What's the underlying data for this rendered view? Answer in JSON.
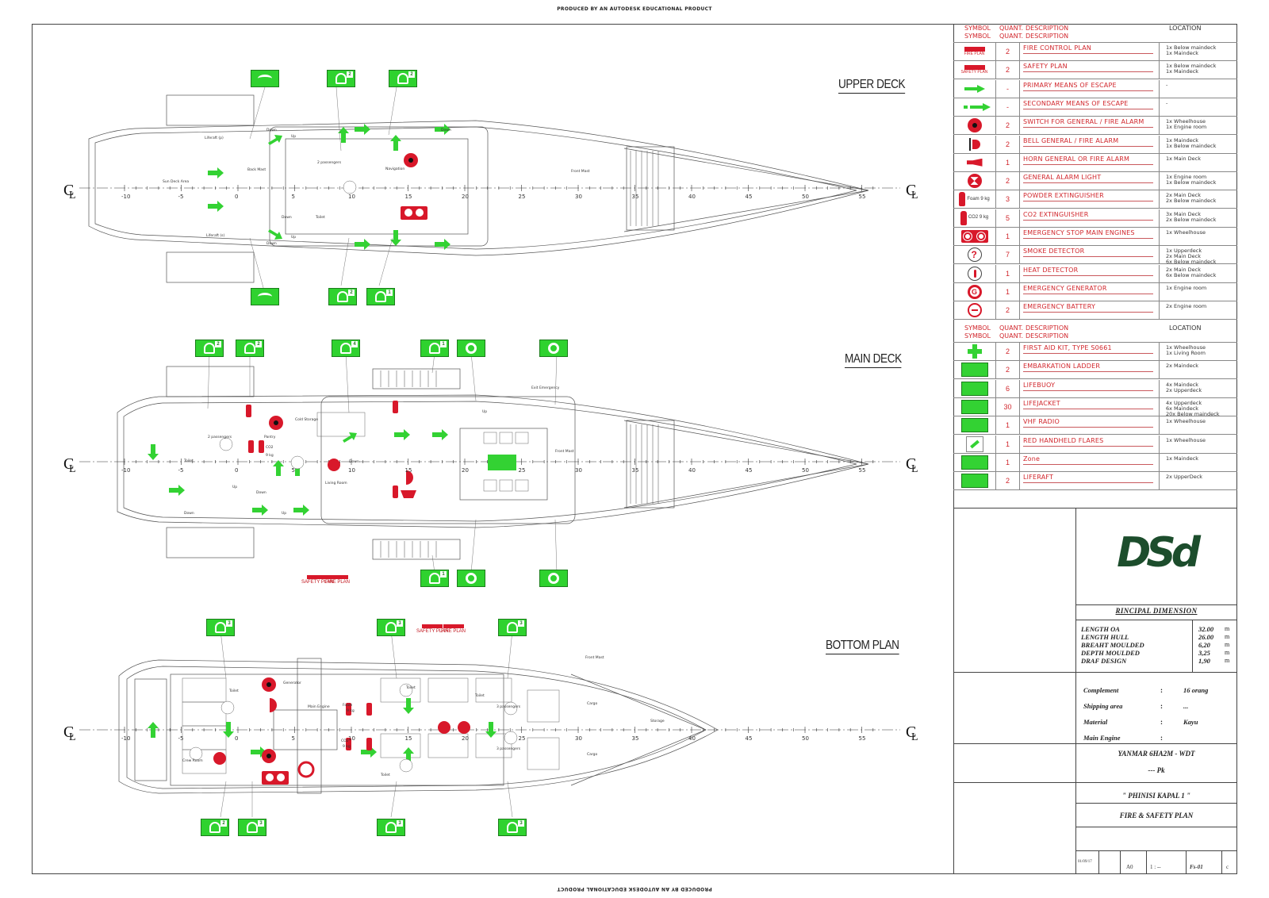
{
  "edu_banner": "PRODUCED BY AN AUTODESK EDUCATIONAL PRODUCT",
  "decks": {
    "upper": {
      "title": "UPPER DECK"
    },
    "main": {
      "title": "MAIN DECK"
    },
    "bottom": {
      "title": "BOTTOM PLAN"
    }
  },
  "centerline": "CL",
  "frame_ticks": [
    "-10",
    "-5",
    "0",
    "5",
    "10",
    "15",
    "20",
    "25",
    "30",
    "35",
    "40",
    "45",
    "50",
    "55"
  ],
  "room_labels": {
    "upper": [
      "Liferaft (p)",
      "Back Mast",
      "Down",
      "Up",
      "2 passengers",
      "Navigation",
      "Down",
      "Front Mast",
      "Sun Deck Area",
      "Toilet",
      "Down",
      "Liferaft (s)",
      "Down",
      "Up"
    ],
    "main": [
      "2 passengers",
      "Pantry",
      "Cold Storage",
      "CO2",
      "9 kg",
      "Toilet",
      "Up",
      "Down",
      "Living Room",
      "Down",
      "Exit Emergency",
      "Up",
      "Front Mast",
      "Down",
      "Up"
    ],
    "bottom": [
      "Generator",
      "Toilet",
      "Toilet",
      "Toilet",
      "Toilet",
      "Front Mast",
      "Main Engine",
      "Foam",
      "9 kg",
      "CO2",
      "9 kg",
      "3 passengers",
      "3 passengers",
      "Crew Room",
      "Cargo",
      "Storage",
      "Cargo"
    ]
  },
  "plan_callouts": {
    "safety": "SAFETY PLAN",
    "fire": "FIRE PLAN"
  },
  "legend": {
    "header": {
      "symbol": "SYMBOL",
      "quant": "QUANT.",
      "description": "DESCRIPTION",
      "location": "LOCATION"
    },
    "rows_a": [
      {
        "sym": "fire-plan",
        "sym_label": "FIRE PLAN",
        "qty": "2",
        "desc": "FIRE CONTROL PLAN",
        "loc": [
          "1x Below maindeck",
          "1x Maindeck"
        ]
      },
      {
        "sym": "safety-plan",
        "sym_label": "SAFETY PLAN",
        "qty": "2",
        "desc": "SAFETY PLAN",
        "loc": [
          "1x Below maindeck",
          "1x Maindeck"
        ]
      },
      {
        "sym": "arrow",
        "qty": "-",
        "desc": "PRIMARY MEANS OF ESCAPE",
        "loc": [
          "-"
        ]
      },
      {
        "sym": "arrow-dash",
        "qty": "-",
        "desc": "SECONDARY MEANS OF ESCAPE",
        "loc": [
          "-"
        ]
      },
      {
        "sym": "switch",
        "qty": "2",
        "desc": "SWITCH FOR GENERAL / FIRE ALARM",
        "loc": [
          "1x Wheelhouse",
          "1x Engine room"
        ]
      },
      {
        "sym": "bell",
        "qty": "2",
        "desc": "BELL GENERAL / FIRE ALARM",
        "loc": [
          "1x Maindeck",
          "1x Below maindeck"
        ]
      },
      {
        "sym": "horn",
        "qty": "1",
        "desc": "HORN GENERAL OR FIRE ALARM",
        "loc": [
          "1x Main Deck"
        ]
      },
      {
        "sym": "alarm-light",
        "qty": "2",
        "desc": "GENERAL ALARM LIGHT",
        "loc": [
          "1x Engine room",
          "1x Below maindeck"
        ]
      },
      {
        "sym": "powder",
        "sym_label": "Foam 9 kg",
        "qty": "3",
        "desc": "POWDER EXTINGUISHER",
        "loc": [
          "2x Main Deck",
          "2x Below maindeck"
        ]
      },
      {
        "sym": "co2",
        "sym_label": "CO2 9 kg",
        "qty": "5",
        "desc": "CO2 EXTINGUISHER",
        "loc": [
          "3x Main Deck",
          "2x Below maindeck"
        ]
      },
      {
        "sym": "estop",
        "qty": "1",
        "desc": "EMERGENCY STOP MAIN ENGINES",
        "loc": [
          "1x Wheelhouse"
        ]
      },
      {
        "sym": "smoke",
        "qty": "7",
        "desc": "SMOKE DETECTOR",
        "loc": [
          "1x Upperdeck",
          "2x Main Deck",
          "6x Below maindeck"
        ]
      },
      {
        "sym": "heat",
        "qty": "1",
        "desc": "HEAT DETECTOR",
        "loc": [
          "2x Main Deck",
          "6x Below maindeck"
        ]
      },
      {
        "sym": "generator",
        "qty": "1",
        "desc": "EMERGENCY GENERATOR",
        "loc": [
          "1x Engine room"
        ]
      },
      {
        "sym": "battery",
        "qty": "2",
        "desc": "EMERGENCY BATTERY",
        "loc": [
          "2x Engine room"
        ]
      }
    ],
    "rows_b": [
      {
        "sym": "first-aid",
        "qty": "2",
        "desc": "FIRST AID KIT, TYPE S0661",
        "loc": [
          "1x Wheelhouse",
          "1x Living Room"
        ]
      },
      {
        "sym": "ladder",
        "qty": "2",
        "desc": "EMBARKATION LADDER",
        "loc": [
          "2x Maindeck"
        ]
      },
      {
        "sym": "lifebuoy",
        "qty": "6",
        "desc": "LIFEBUOY",
        "loc": [
          "4x Maindeck",
          "2x Upperdeck"
        ]
      },
      {
        "sym": "lifejacket",
        "qty": "30",
        "desc": "LIFEJACKET",
        "loc": [
          "4x Upperdeck",
          "6x Maindeck",
          "20x Below maindeck"
        ]
      },
      {
        "sym": "vhf",
        "qty": "1",
        "desc": "VHF RADIO",
        "loc": [
          "1x Wheelhouse"
        ]
      },
      {
        "sym": "flares",
        "qty": "1",
        "desc": "RED HANDHELD FLARES",
        "loc": [
          "1x Wheelhouse"
        ]
      },
      {
        "sym": "zone",
        "qty": "1",
        "desc": "Zone",
        "loc": [
          "1x Maindeck"
        ]
      },
      {
        "sym": "liferaft",
        "qty": "2",
        "desc": "LIFERAFT",
        "loc": [
          "2x UpperDeck"
        ]
      }
    ]
  },
  "logo_text": "DSd",
  "principal_dimension": {
    "title": "RINCIPAL DIMENSION",
    "rows": [
      {
        "label": "LENGTH OA",
        "value": "32.00",
        "unit": "m"
      },
      {
        "label": "LENGTH HULL",
        "value": "26.00",
        "unit": "m"
      },
      {
        "label": "BREAHT MOULDED",
        "value": "6,20",
        "unit": "m"
      },
      {
        "label": "DEPTH MOULDED",
        "value": "3,25",
        "unit": "m"
      },
      {
        "label": "DRAF DESIGN",
        "value": "1,90",
        "unit": "m"
      }
    ]
  },
  "info": [
    {
      "label": "Complement",
      "value": "16 orang"
    },
    {
      "label": "Shipping area",
      "value": "..."
    },
    {
      "label": "Material",
      "value": "Kayu"
    },
    {
      "label": "Main Engine",
      "value": ""
    }
  ],
  "engine": "YANMAR 6HA2M - WDT",
  "engine_power": "--- Pk",
  "vessel_name": "\" PHINISI KAPAL 1 \"",
  "drawing_title": "FIRE & SAFETY PLAN",
  "sheet": {
    "paper": "A0",
    "scale": "1 : --",
    "drawing_no": "Fs-01",
    "rev": "c",
    "drawn_date": "01/09/17"
  },
  "colors": {
    "escape_green": "#33d233",
    "fire_red": "#d8182a",
    "title_red": "#d1262c"
  }
}
